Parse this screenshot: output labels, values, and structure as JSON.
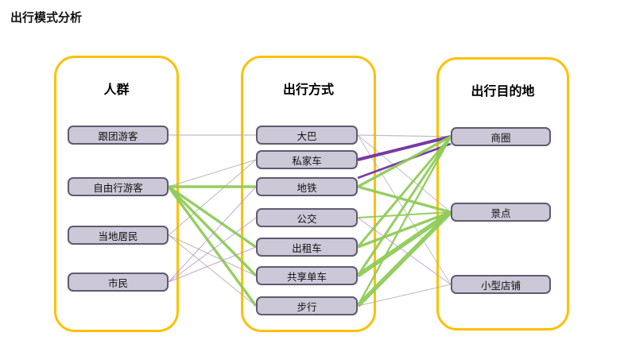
{
  "page_title": "出行模式分析",
  "colors": {
    "yellow_frame": "#FFC000",
    "node_fill": "#CDC8D8",
    "node_border": "#5F5A70",
    "green": "#8FCB5A",
    "purple": "#7030A0",
    "lavender": "#B78FD1",
    "olive": "#A8A89A",
    "gray": "#AFAFAF"
  },
  "columns": [
    {
      "title": "人群",
      "nodes": [
        {
          "id": "p-group-tourist",
          "label": "跟团游客"
        },
        {
          "id": "p-indie-tourist",
          "label": "自由行游客"
        },
        {
          "id": "p-local-resident",
          "label": "当地居民"
        },
        {
          "id": "p-citizen",
          "label": "市民"
        }
      ]
    },
    {
      "title": "出行方式",
      "nodes": [
        {
          "id": "m-coach-bus",
          "label": "大巴"
        },
        {
          "id": "m-private-car",
          "label": "私家车"
        },
        {
          "id": "m-metro",
          "label": "地铁"
        },
        {
          "id": "m-public-bus",
          "label": "公交"
        },
        {
          "id": "m-taxi",
          "label": "出租车"
        },
        {
          "id": "m-shared-bike",
          "label": "共享单车"
        },
        {
          "id": "m-walk",
          "label": "步行"
        }
      ]
    },
    {
      "title": "出行目的地",
      "nodes": [
        {
          "id": "d-business-district",
          "label": "商圈"
        },
        {
          "id": "d-scenic-spot",
          "label": "景点"
        },
        {
          "id": "d-small-shop",
          "label": "小型店铺"
        }
      ]
    }
  ],
  "edges": [
    {
      "from": "p-group-tourist",
      "to": "m-coach-bus",
      "color": "gray",
      "width": 1.2
    },
    {
      "from": "p-indie-tourist",
      "to": "m-private-car",
      "color": "olive",
      "width": 1
    },
    {
      "from": "p-indie-tourist",
      "to": "m-metro",
      "color": "green",
      "width": 3.4
    },
    {
      "from": "p-indie-tourist",
      "to": "m-taxi",
      "color": "green",
      "width": 3.4
    },
    {
      "from": "p-indie-tourist",
      "to": "m-shared-bike",
      "color": "green",
      "width": 3.4
    },
    {
      "from": "p-indie-tourist",
      "to": "m-walk",
      "color": "green",
      "width": 3.4
    },
    {
      "from": "p-local-resident",
      "to": "m-private-car",
      "color": "olive",
      "width": 1
    },
    {
      "from": "p-local-resident",
      "to": "m-shared-bike",
      "color": "olive",
      "width": 1
    },
    {
      "from": "p-local-resident",
      "to": "m-walk",
      "color": "olive",
      "width": 1
    },
    {
      "from": "p-citizen",
      "to": "m-metro",
      "color": "lavender",
      "width": 1
    },
    {
      "from": "p-citizen",
      "to": "m-public-bus",
      "color": "lavender",
      "width": 1
    },
    {
      "from": "p-citizen",
      "to": "m-taxi",
      "color": "lavender",
      "width": 1
    },
    {
      "from": "m-coach-bus",
      "to": "d-business-district",
      "color": "gray",
      "width": 1.2
    },
    {
      "from": "m-coach-bus",
      "to": "d-scenic-spot",
      "color": "gray",
      "width": 1
    },
    {
      "from": "m-coach-bus",
      "to": "d-small-shop",
      "color": "gray",
      "width": 1
    },
    {
      "from": "m-private-car",
      "to": "d-business-district",
      "color": "purple",
      "width": 4
    },
    {
      "from": "m-metro",
      "to": "d-business-district",
      "color": "purple",
      "width": 2.6,
      "fromDy": -11,
      "toDy": 9
    },
    {
      "from": "m-metro",
      "to": "d-business-district",
      "color": "green",
      "width": 3.4
    },
    {
      "from": "m-metro",
      "to": "d-scenic-spot",
      "color": "green",
      "width": 3.4
    },
    {
      "from": "m-public-bus",
      "to": "d-scenic-spot",
      "color": "green",
      "width": 2
    },
    {
      "from": "m-public-bus",
      "to": "d-small-shop",
      "color": "lavender",
      "width": 1
    },
    {
      "from": "m-taxi",
      "to": "d-business-district",
      "color": "green",
      "width": 3
    },
    {
      "from": "m-taxi",
      "to": "d-scenic-spot",
      "color": "green",
      "width": 3.4
    },
    {
      "from": "m-shared-bike",
      "to": "d-business-district",
      "color": "green",
      "width": 3
    },
    {
      "from": "m-shared-bike",
      "to": "d-scenic-spot",
      "color": "green",
      "width": 5.5
    },
    {
      "from": "m-walk",
      "to": "d-business-district",
      "color": "green",
      "width": 2.4
    },
    {
      "from": "m-walk",
      "to": "d-scenic-spot",
      "color": "green",
      "width": 5.5
    },
    {
      "from": "m-walk",
      "to": "d-small-shop",
      "color": "olive",
      "width": 1
    }
  ]
}
